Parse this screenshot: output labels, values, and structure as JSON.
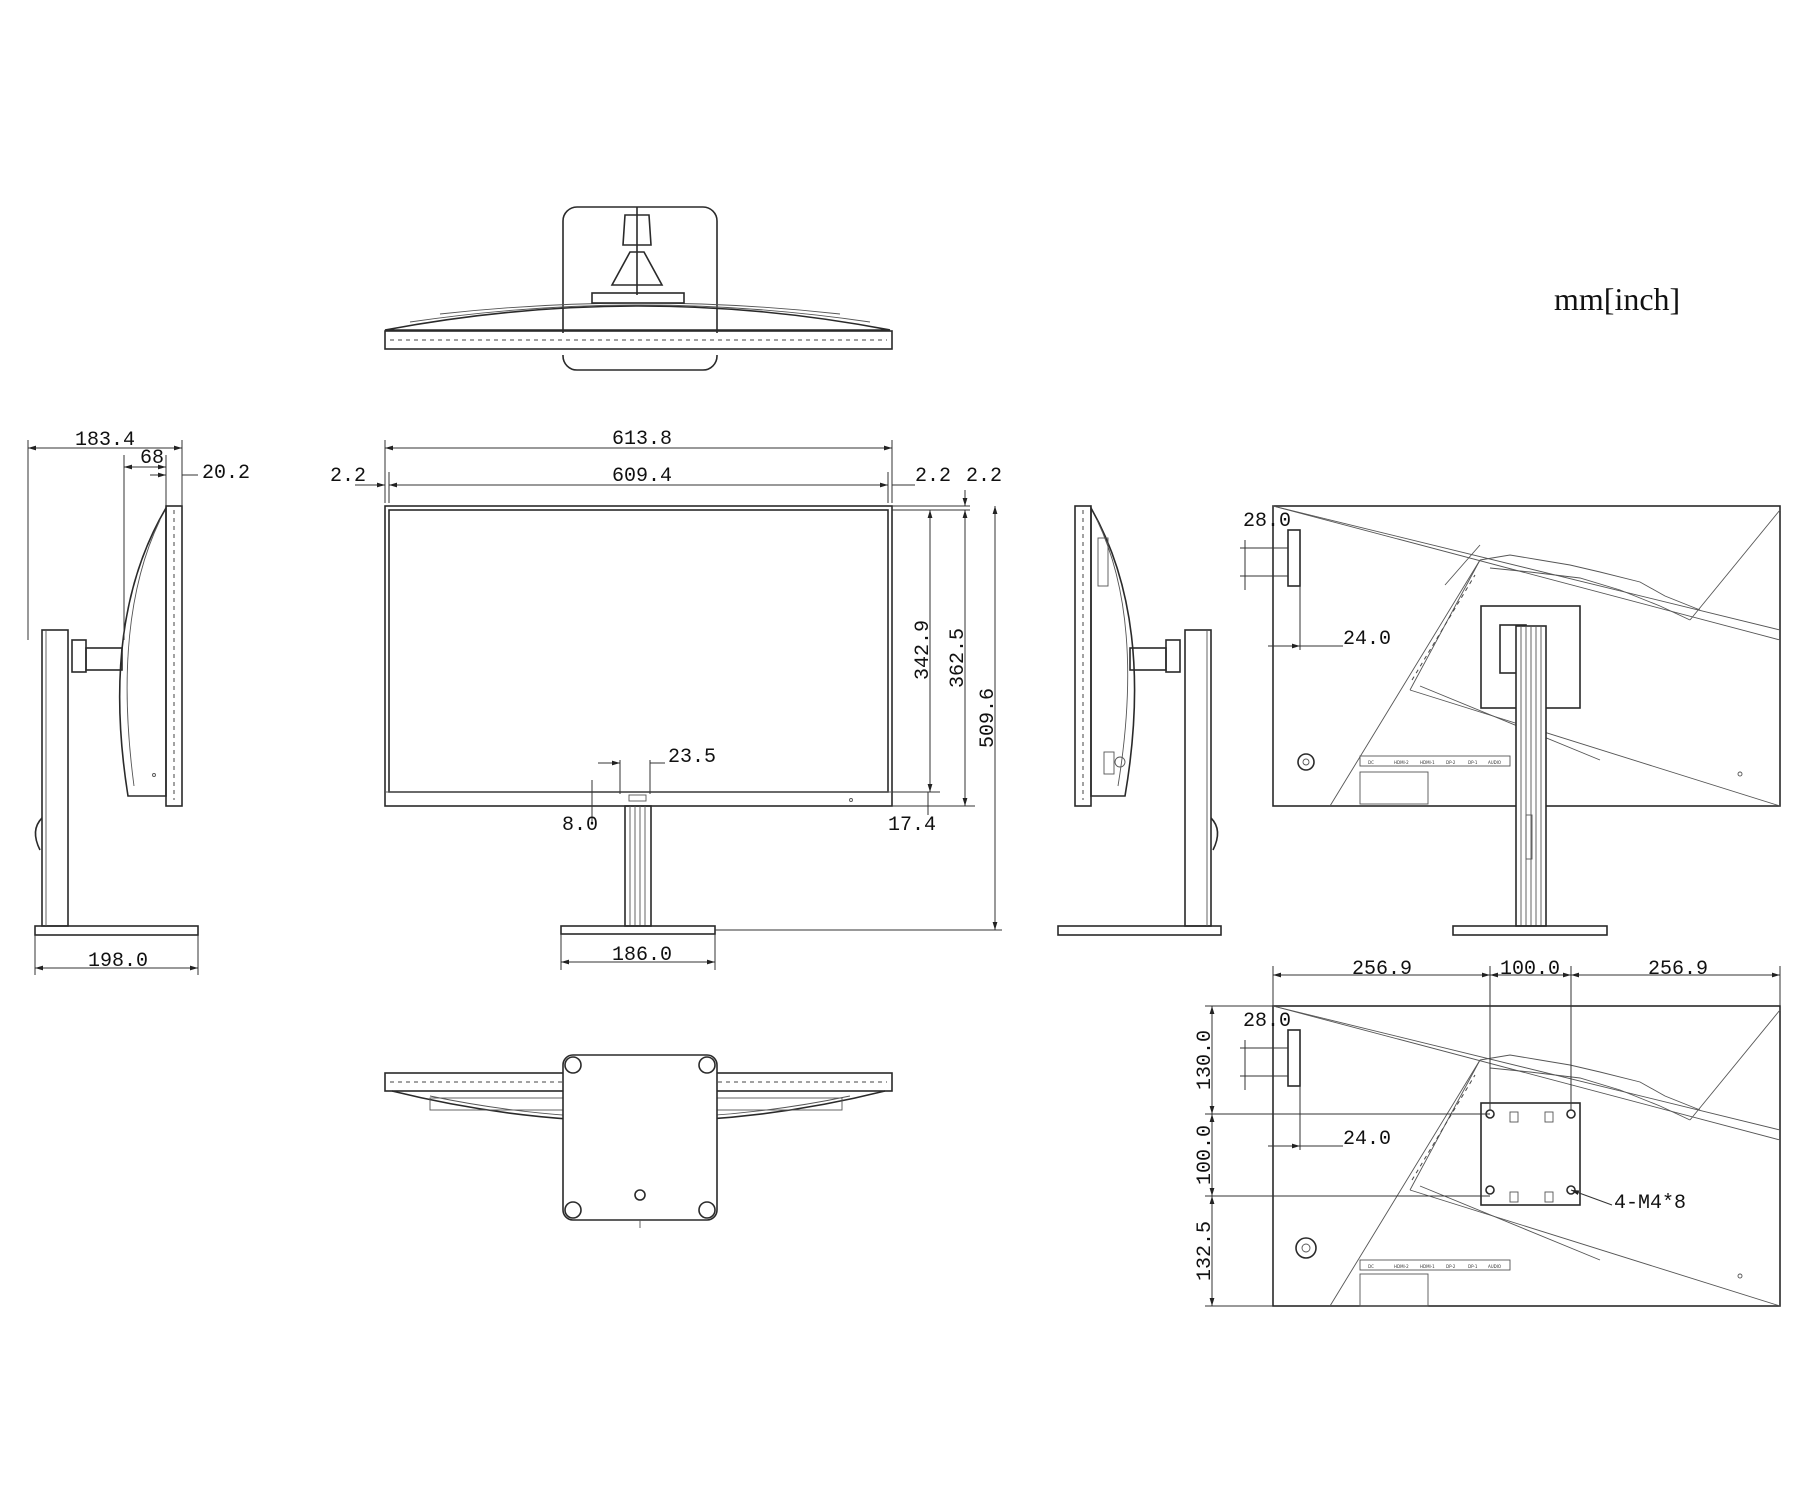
{
  "unit_label": "mm[inch]",
  "front_view": {
    "overall_width": "613.8",
    "panel_width": "609.4",
    "left_bezel": "2.2",
    "right_bezel": "2.2",
    "top_bezel": "2.2",
    "screen_height": "342.9",
    "panel_height": "362.5",
    "total_height": "509.6",
    "logo_width": "23.5",
    "logo_offset": "8.0",
    "bottom_bezel": "17.4",
    "base_width": "186.0"
  },
  "side_view_left": {
    "depth_total": "183.4",
    "neck_offset": "68",
    "panel_depth": "20.2",
    "base_depth": "198.0"
  },
  "rear_view_top": {
    "port_height": "28.0",
    "port_offset": "24.0"
  },
  "rear_view_bottom": {
    "left_margin": "256.9",
    "vesa_width": "100.0",
    "right_margin": "256.9",
    "top_margin": "130.0",
    "vesa_height": "100.0",
    "bottom_margin": "132.5",
    "port_height": "28.0",
    "port_offset": "24.0",
    "screw_spec": "4-M4*8"
  },
  "port_labels": [
    "DC",
    "HDMI-2",
    "HDMI-1",
    "DP-2",
    "DP-1",
    "AUDIO"
  ]
}
